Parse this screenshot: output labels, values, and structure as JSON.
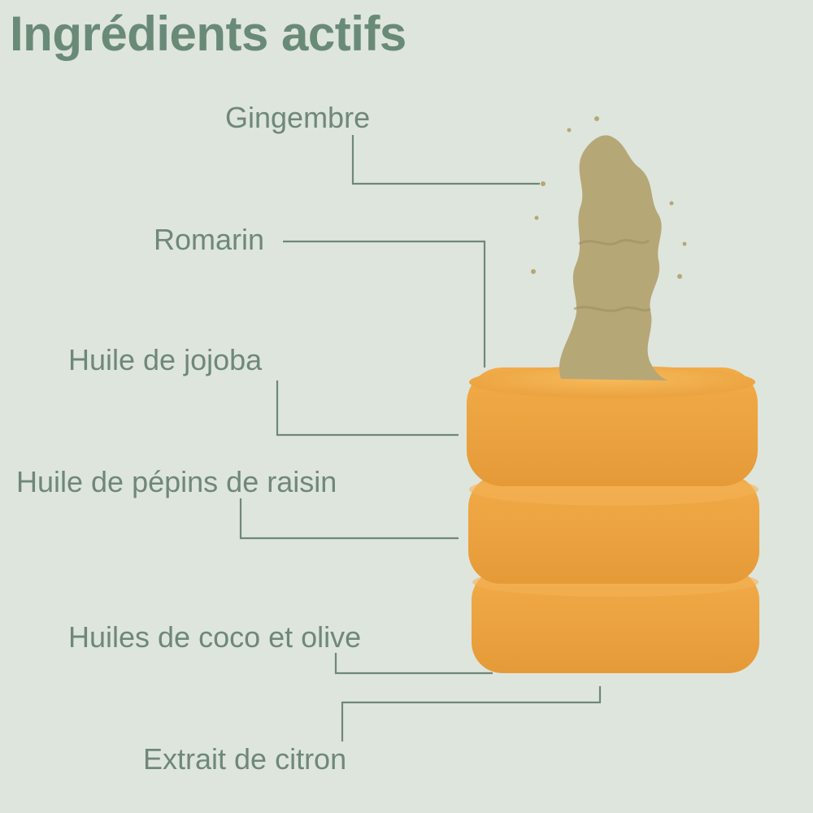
{
  "title": "Ingrédients actifs",
  "ingredients": [
    {
      "label": "Gingembre"
    },
    {
      "label": "Romarin"
    },
    {
      "label": "Huile de jojoba"
    },
    {
      "label": "Huile de pépins de raisin"
    },
    {
      "label": "Huiles de coco et olive"
    },
    {
      "label": "Extrait de citron"
    }
  ],
  "colors": {
    "background": "#dee5dd",
    "text": "#6f8878",
    "title": "#6a8a78",
    "leader_line": "#6f8878",
    "shampoo_bar": "#f0a745",
    "ginger_powder": "#b7a879"
  }
}
